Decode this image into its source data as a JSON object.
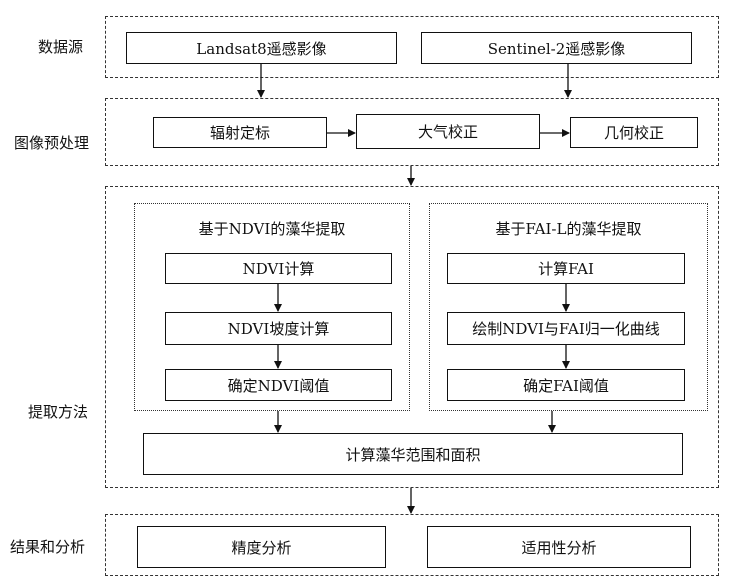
{
  "stages": {
    "data_source": "数据源",
    "preprocess": "图像预处理",
    "method": "提取方法",
    "result": "结果和分析"
  },
  "data_source": {
    "landsat": "Landsat8遥感影像",
    "sentinel": "Sentinel-2遥感影像"
  },
  "preprocess": {
    "radiometric": "辐射定标",
    "atmospheric": "大气校正",
    "geometric": "几何校正"
  },
  "method": {
    "ndvi": {
      "title": "基于NDVI的藻华提取",
      "step1": "NDVI计算",
      "step2": "NDVI坡度计算",
      "step3": "确定NDVI阈值"
    },
    "fai": {
      "title": "基于FAI-L的藻华提取",
      "step1": "计算FAI",
      "step2": "绘制NDVI与FAI归一化曲线",
      "step3": "确定FAI阈值"
    },
    "combine": "计算藻华范围和面积"
  },
  "result": {
    "accuracy": "精度分析",
    "applicability": "适用性分析"
  }
}
